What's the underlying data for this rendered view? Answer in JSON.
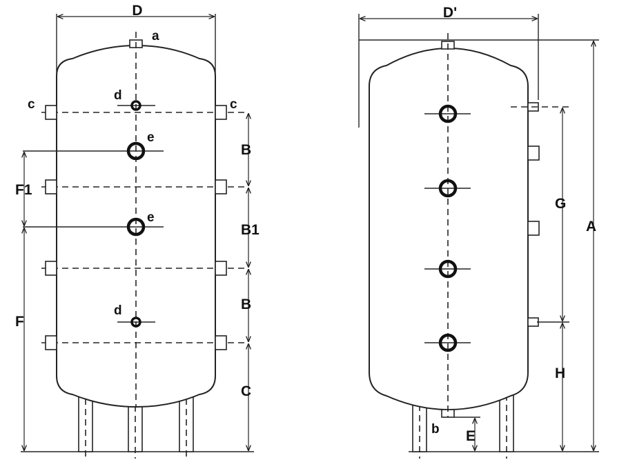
{
  "left_view": {
    "dimensions": {
      "diameter": "D",
      "spacing_upper": "B",
      "spacing_middle": "B1",
      "spacing_lower": "B",
      "bottom_clearance": "C",
      "side_offset_upper": "F1",
      "side_offset_lower": "F"
    },
    "connections": {
      "top": "a",
      "side_left": "c",
      "side_right": "c",
      "upper_small": "d",
      "lower_small": "d",
      "upper_large": "e",
      "lower_large": "e"
    }
  },
  "right_view": {
    "dimensions": {
      "diameter": "D'",
      "height_total": "A",
      "height_span": "G",
      "height_lower": "H",
      "drain_height": "E"
    },
    "connections": {
      "bottom": "b"
    }
  }
}
